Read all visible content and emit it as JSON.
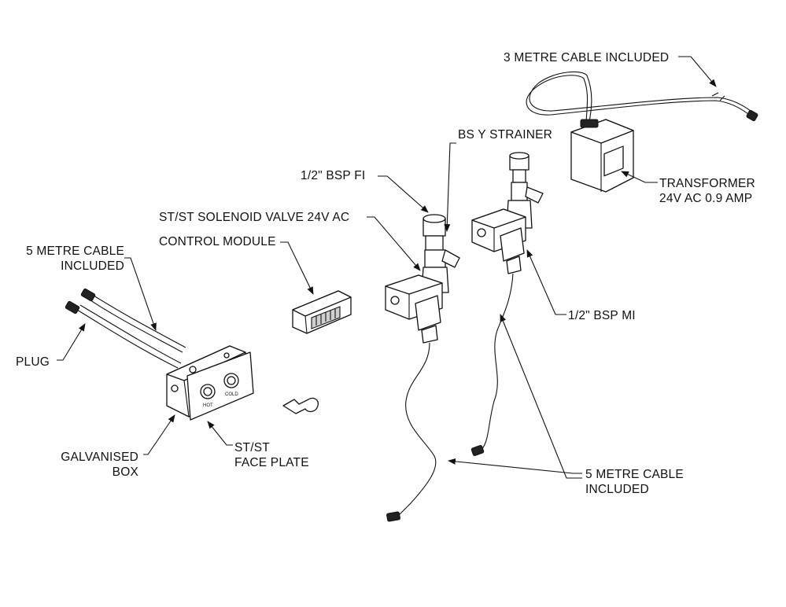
{
  "labels": {
    "cable_3m": "3 METRE CABLE INCLUDED",
    "bs_y_strainer": "BS Y STRAINER",
    "transformer_line1": "TRANSFORMER",
    "transformer_line2": "24V AC 0.9 AMP",
    "bsp_fi": "1/2\" BSP FI",
    "solenoid_valve": "ST/ST SOLENOID VALVE 24V AC",
    "control_module": "CONTROL MODULE",
    "cable_5m_left_line1": "5 METRE CABLE",
    "cable_5m_left_line2": "INCLUDED",
    "bsp_mi": "1/2\" BSP MI",
    "plug": "PLUG",
    "galvanised_line1": "GALVANISED",
    "galvanised_line2": "BOX",
    "faceplate_line1": "ST/ST",
    "faceplate_line2": "FACE PLATE",
    "cable_5m_right_line1": "5 METRE CABLE",
    "cable_5m_right_line2": "INCLUDED",
    "hot_marking": "HOT",
    "cold_marking": "COLD"
  }
}
